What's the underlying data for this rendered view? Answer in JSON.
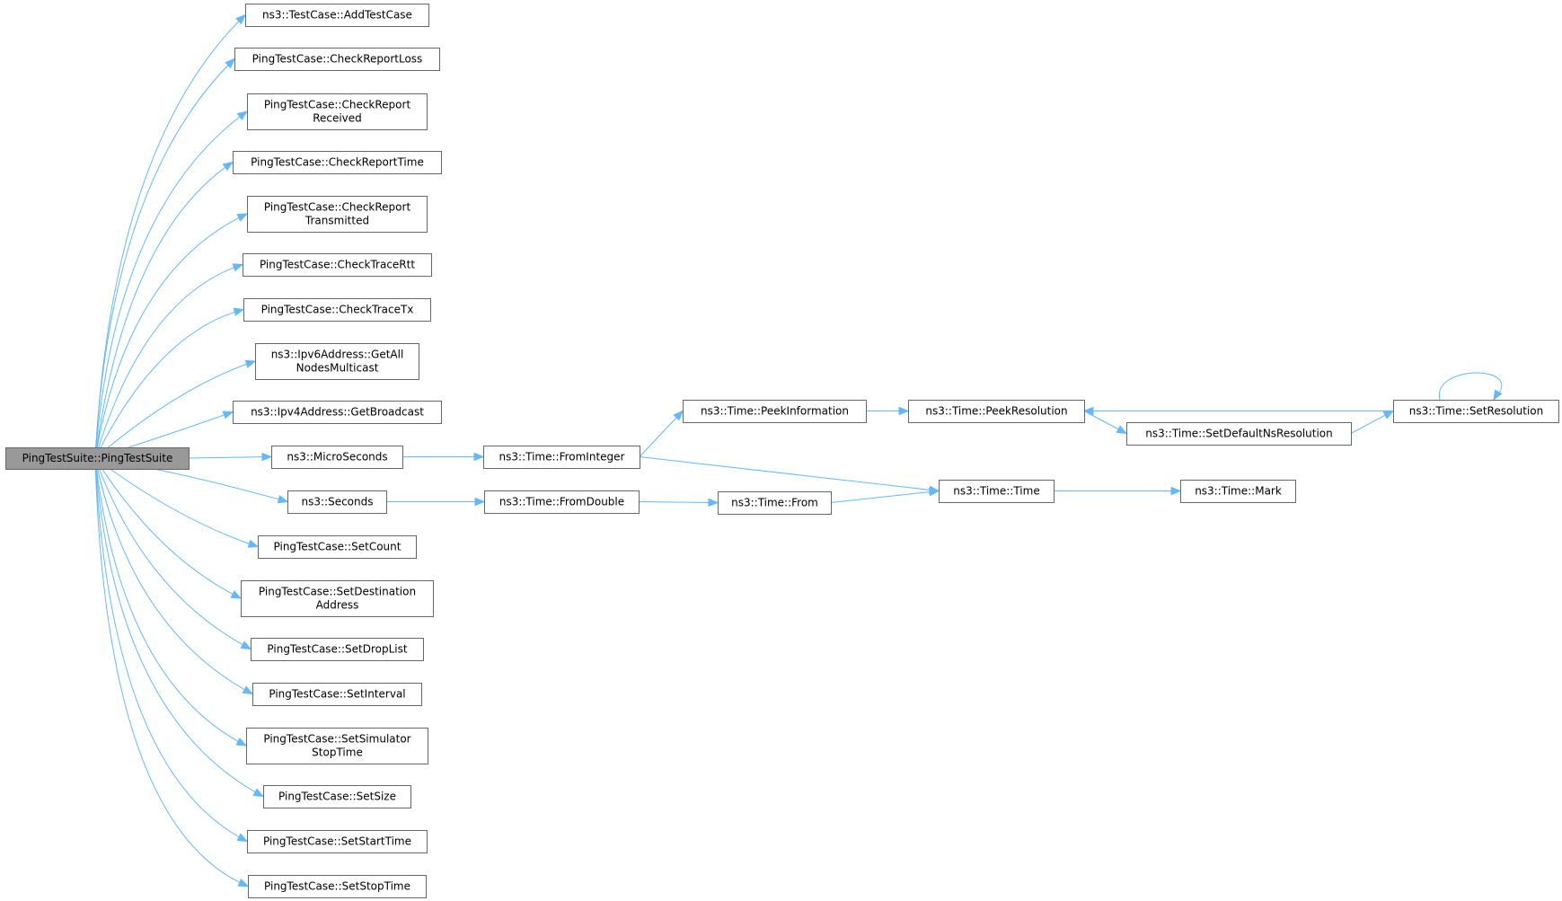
{
  "colors": {
    "edge": "#63b8ff",
    "node_border": "#666666",
    "node_fill": "#ffffff",
    "root_fill": "#999999",
    "text": "#000000",
    "background": "#ffffff"
  },
  "graph": {
    "nodes": [
      {
        "id": "root",
        "lines": [
          "PingTestSuite::PingTestSuite"
        ],
        "root": true
      },
      {
        "id": "n_addtestcase",
        "lines": [
          "ns3::TestCase::AddTestCase"
        ]
      },
      {
        "id": "n_checkreportloss",
        "lines": [
          "PingTestCase::CheckReportLoss"
        ]
      },
      {
        "id": "n_checkreportreceived",
        "lines": [
          "PingTestCase::CheckReport",
          "Received"
        ]
      },
      {
        "id": "n_checkreporttime",
        "lines": [
          "PingTestCase::CheckReportTime"
        ]
      },
      {
        "id": "n_checkreporttransmitted",
        "lines": [
          "PingTestCase::CheckReport",
          "Transmitted"
        ]
      },
      {
        "id": "n_checktracertt",
        "lines": [
          "PingTestCase::CheckTraceRtt"
        ]
      },
      {
        "id": "n_checktracetx",
        "lines": [
          "PingTestCase::CheckTraceTx"
        ]
      },
      {
        "id": "n_getallnodesmulticast",
        "lines": [
          "ns3::Ipv6Address::GetAll",
          "NodesMulticast"
        ]
      },
      {
        "id": "n_getbroadcast",
        "lines": [
          "ns3::Ipv4Address::GetBroadcast"
        ]
      },
      {
        "id": "n_microseconds",
        "lines": [
          "ns3::MicroSeconds"
        ]
      },
      {
        "id": "n_seconds",
        "lines": [
          "ns3::Seconds"
        ]
      },
      {
        "id": "n_setcount",
        "lines": [
          "PingTestCase::SetCount"
        ]
      },
      {
        "id": "n_setdestinationaddress",
        "lines": [
          "PingTestCase::SetDestination",
          "Address"
        ]
      },
      {
        "id": "n_setdroplist",
        "lines": [
          "PingTestCase::SetDropList"
        ]
      },
      {
        "id": "n_setinterval",
        "lines": [
          "PingTestCase::SetInterval"
        ]
      },
      {
        "id": "n_setsimulatorstoptime",
        "lines": [
          "PingTestCase::SetSimulator",
          "StopTime"
        ]
      },
      {
        "id": "n_setsize",
        "lines": [
          "PingTestCase::SetSize"
        ]
      },
      {
        "id": "n_setstarttime",
        "lines": [
          "PingTestCase::SetStartTime"
        ]
      },
      {
        "id": "n_setstoptime",
        "lines": [
          "PingTestCase::SetStopTime"
        ]
      },
      {
        "id": "n_frominteger",
        "lines": [
          "ns3::Time::FromInteger"
        ]
      },
      {
        "id": "n_fromdouble",
        "lines": [
          "ns3::Time::FromDouble"
        ]
      },
      {
        "id": "n_peekinformation",
        "lines": [
          "ns3::Time::PeekInformation"
        ]
      },
      {
        "id": "n_from",
        "lines": [
          "ns3::Time::From"
        ]
      },
      {
        "id": "n_peekresolution",
        "lines": [
          "ns3::Time::PeekResolution"
        ]
      },
      {
        "id": "n_time",
        "lines": [
          "ns3::Time::Time"
        ]
      },
      {
        "id": "n_setdefaultnsresolution",
        "lines": [
          "ns3::Time::SetDefaultNsResolution"
        ]
      },
      {
        "id": "n_mark",
        "lines": [
          "ns3::Time::Mark"
        ]
      },
      {
        "id": "n_setresolution",
        "lines": [
          "ns3::Time::SetResolution"
        ]
      }
    ],
    "edges": [
      [
        "root",
        "n_addtestcase"
      ],
      [
        "root",
        "n_checkreportloss"
      ],
      [
        "root",
        "n_checkreportreceived"
      ],
      [
        "root",
        "n_checkreporttime"
      ],
      [
        "root",
        "n_checkreporttransmitted"
      ],
      [
        "root",
        "n_checktracertt"
      ],
      [
        "root",
        "n_checktracetx"
      ],
      [
        "root",
        "n_getallnodesmulticast"
      ],
      [
        "root",
        "n_getbroadcast"
      ],
      [
        "root",
        "n_microseconds"
      ],
      [
        "root",
        "n_seconds"
      ],
      [
        "root",
        "n_setcount"
      ],
      [
        "root",
        "n_setdestinationaddress"
      ],
      [
        "root",
        "n_setdroplist"
      ],
      [
        "root",
        "n_setinterval"
      ],
      [
        "root",
        "n_setsimulatorstoptime"
      ],
      [
        "root",
        "n_setsize"
      ],
      [
        "root",
        "n_setstarttime"
      ],
      [
        "root",
        "n_setstoptime"
      ],
      [
        "n_microseconds",
        "n_frominteger"
      ],
      [
        "n_seconds",
        "n_fromdouble"
      ],
      [
        "n_frominteger",
        "n_peekinformation"
      ],
      [
        "n_frominteger",
        "n_time"
      ],
      [
        "n_fromdouble",
        "n_from"
      ],
      [
        "n_from",
        "n_time"
      ],
      [
        "n_peekinformation",
        "n_peekresolution"
      ],
      [
        "n_peekresolution",
        "n_setdefaultnsresolution"
      ],
      [
        "n_setdefaultnsresolution",
        "n_setresolution"
      ],
      [
        "n_setresolution",
        "n_peekresolution"
      ],
      [
        "n_setresolution",
        "n_setresolution"
      ],
      [
        "n_time",
        "n_mark"
      ]
    ]
  }
}
